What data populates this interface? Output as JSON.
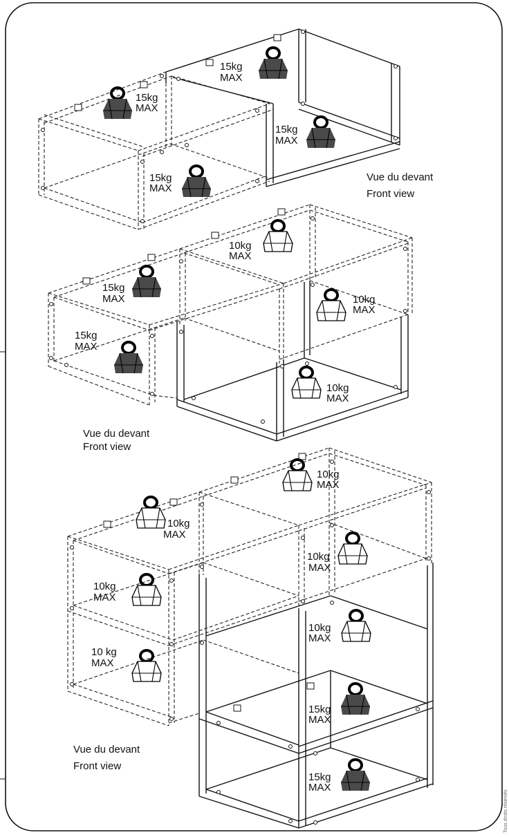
{
  "colors": {
    "dark_weight": "#4a4a4a",
    "light_weight": "#ffffff",
    "frame_line": "#111111"
  },
  "diagram_1": {
    "caption_fr": "Vue du devant",
    "caption_en": "Front view",
    "weights": [
      {
        "kg": "15kg",
        "max": "MAX",
        "fill": "dark"
      },
      {
        "kg": "15kg",
        "max": "MAX",
        "fill": "dark"
      },
      {
        "kg": "15kg",
        "max": "MAX",
        "fill": "dark"
      },
      {
        "kg": "15kg",
        "max": "MAX",
        "fill": "dark"
      }
    ]
  },
  "diagram_2": {
    "caption_fr": "Vue du devant",
    "caption_en": "Front view",
    "weights": [
      {
        "kg": "10kg",
        "max": "MAX",
        "fill": "light"
      },
      {
        "kg": "15kg",
        "max": "MAX",
        "fill": "dark"
      },
      {
        "kg": "10kg",
        "max": "MAX",
        "fill": "light"
      },
      {
        "kg": "15kg",
        "max": "MAX",
        "fill": "dark"
      },
      {
        "kg": "10kg",
        "max": "MAX",
        "fill": "light"
      }
    ]
  },
  "diagram_3": {
    "caption_fr": "Vue du devant",
    "caption_en": "Front view",
    "weights": [
      {
        "kg": "10kg",
        "max": "MAX",
        "fill": "light"
      },
      {
        "kg": "10kg",
        "max": "MAX",
        "fill": "light"
      },
      {
        "kg": "10kg",
        "max": "MAX",
        "fill": "light"
      },
      {
        "kg": "10kg",
        "max": "MAX",
        "fill": "light"
      },
      {
        "kg": "10kg",
        "max": "MAX",
        "fill": "light"
      },
      {
        "kg": "10 kg",
        "max": "MAX",
        "fill": "light"
      },
      {
        "kg": "15kg",
        "max": "MAX",
        "fill": "dark"
      },
      {
        "kg": "15kg",
        "max": "MAX",
        "fill": "dark"
      }
    ]
  },
  "side_note": "Tous droits réservés"
}
